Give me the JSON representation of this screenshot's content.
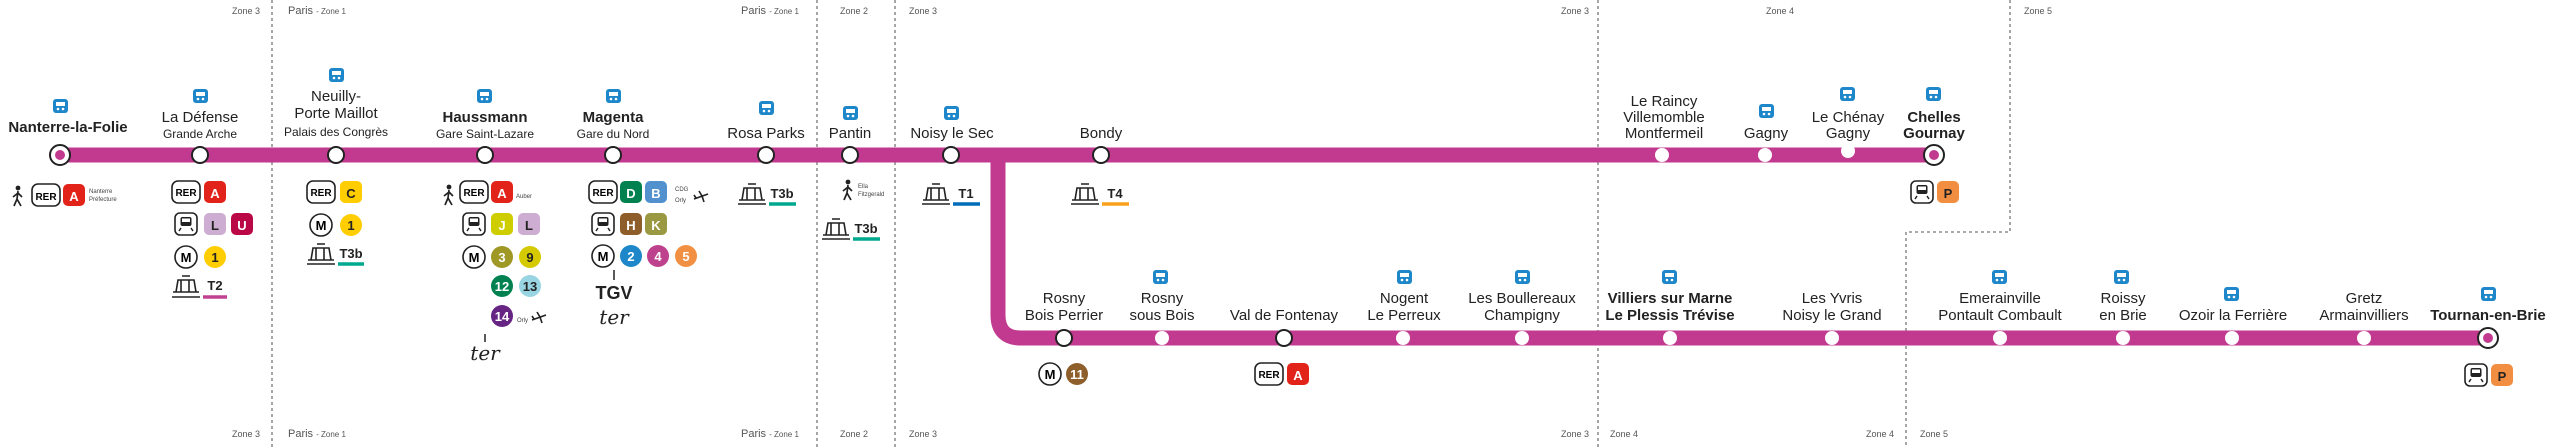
{
  "colors": {
    "line": "#c13a8f",
    "rer_a": "#e2231a",
    "rer_b": "#5291ce",
    "rer_c": "#ffcd00",
    "rer_d": "#00814f",
    "rer_e": "#c04191",
    "ter_h": "#8d5e2a",
    "ter_j": "#cdcd00",
    "ter_k": "#9b9842",
    "ter_l": "#ceadd2",
    "ter_p": "#f28e42",
    "ter_u": "#b90845",
    "m1": "#ffcd00",
    "m2": "#1d87c9",
    "m3": "#9f9825",
    "m4": "#be418d",
    "m5": "#f19043",
    "m9": "#d5c900",
    "m11": "#8e5e2b",
    "m12": "#00814f",
    "m13": "#98d4e2",
    "m14": "#662483",
    "t2": "#c04191",
    "t3b": "#00a88f",
    "t1": "#006cb8",
    "t4": "#f9a11b",
    "parking": "#f28e42",
    "bus_icon": "#1d87c9"
  },
  "zones": {
    "top": {
      "z3_a": "Zone 3",
      "paris_a": "Paris",
      "zone1_a": "- Zone 1",
      "paris_b": "Paris",
      "zone1_b": "- Zone 1",
      "z2": "Zone 2",
      "z3_b": "Zone 3",
      "z3_c": "Zone 3",
      "z4": "Zone 4",
      "z5": "Zone 5"
    },
    "bottom": {
      "z3_a": "Zone 3",
      "paris_a": "Paris",
      "zone1_a": "- Zone 1",
      "paris_b": "Paris",
      "zone1_b": "- Zone 1",
      "z2": "Zone 2",
      "z3_b": "Zone 3",
      "z3_c": "Zone 3",
      "z4_a": "Zone 4",
      "z4_b": "Zone 4",
      "z5": "Zone 5"
    }
  },
  "stations_top": [
    {
      "name": "Nanterre-la-Folie",
      "terminus": true
    },
    {
      "name": "La Défense",
      "sub": "Grande Arche"
    },
    {
      "name1": "Neuilly-",
      "name2": "Porte Maillot",
      "sub": "Palais des Congrès"
    },
    {
      "name": "Haussmann",
      "sub": "Gare Saint-Lazare"
    },
    {
      "name": "Magenta",
      "sub": "Gare du Nord"
    },
    {
      "name": "Rosa Parks"
    },
    {
      "name": "Pantin"
    },
    {
      "name": "Noisy le Sec"
    },
    {
      "name": "Bondy"
    },
    {
      "name1": "Le Raincy",
      "name2": "Villemomble",
      "name3": "Montfermeil"
    },
    {
      "name": "Gagny"
    },
    {
      "name1": "Le Chénay",
      "name2": "Gagny"
    },
    {
      "name1": "Chelles",
      "name2": "Gournay",
      "terminus": true
    }
  ],
  "stations_bottom": [
    {
      "name1": "Rosny",
      "name2": "Bois Perrier"
    },
    {
      "name1": "Rosny",
      "name2": "sous Bois"
    },
    {
      "name": "Val de Fontenay"
    },
    {
      "name1": "Nogent",
      "name2": "Le Perreux"
    },
    {
      "name1": "Les Boullereaux",
      "name2": "Champigny"
    },
    {
      "name1": "Villiers sur Marne",
      "name2": "Le Plessis Trévise"
    },
    {
      "name1": "Les Yvris",
      "name2": "Noisy le Grand"
    },
    {
      "name1": "Emerainville",
      "name2": "Pontault Combault"
    },
    {
      "name1": "Roissy",
      "name2": "en Brie"
    },
    {
      "name": "Ozoir la Ferrière"
    },
    {
      "name1": "Gretz",
      "name2": "Armainvilliers"
    },
    {
      "name": "Tournan-en-Brie",
      "terminus": true
    }
  ],
  "badges": {
    "rer": "RER",
    "metro": "M",
    "parking": "P",
    "a": "A",
    "b": "B",
    "c": "C",
    "d": "D",
    "h": "H",
    "j": "J",
    "k": "K",
    "l": "L",
    "p": "P",
    "u": "U",
    "m1": "1",
    "m2": "2",
    "m3": "3",
    "m4": "4",
    "m5": "5",
    "m9": "9",
    "m11": "11",
    "m12": "12",
    "m13": "13",
    "m14": "14",
    "t1": "T1",
    "t2": "T2",
    "t3b": "T3b",
    "t4": "T4",
    "tgv": "TGV",
    "ter": "ter"
  },
  "notes": {
    "nanterre_pref1": "Nanterre",
    "nanterre_pref2": "Préfecture",
    "auber": "Auber",
    "cdg": "CDG",
    "orly_a": "Orly",
    "orly_b": "Orly",
    "ella_fitz": "Ella",
    "ella_fitz2": "Fitzgerald"
  }
}
